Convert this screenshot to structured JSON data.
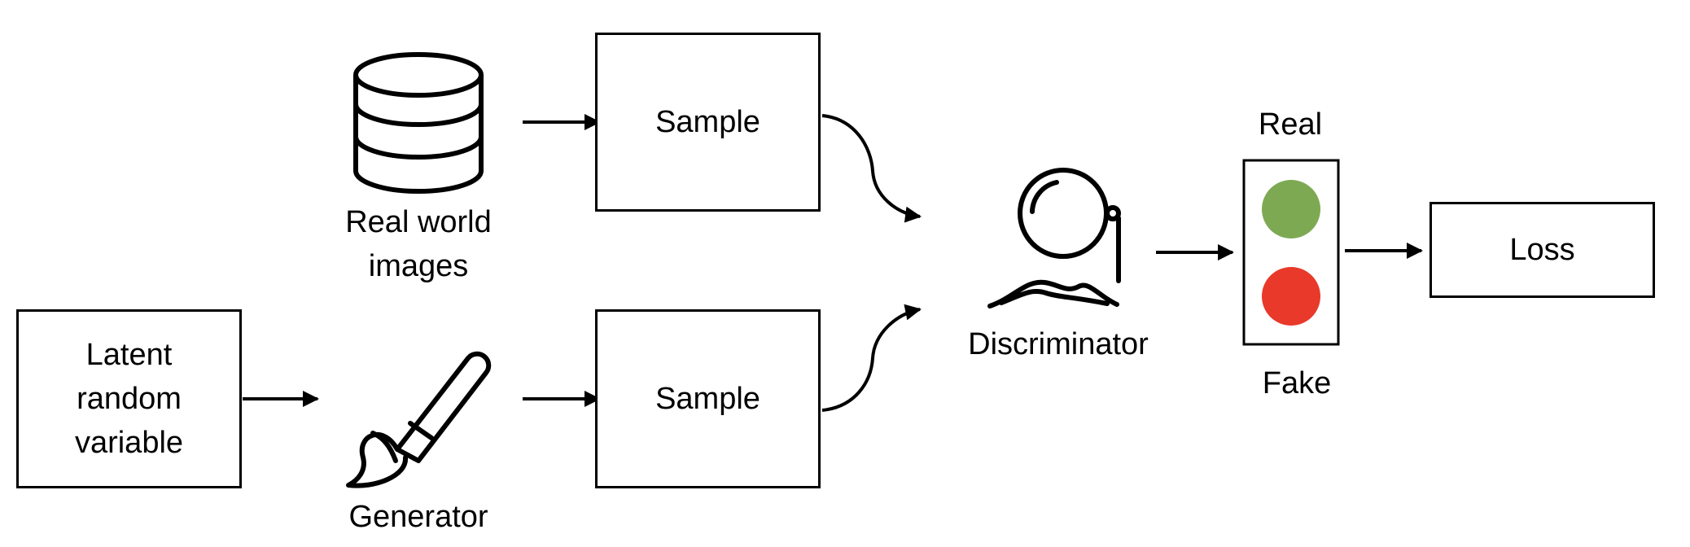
{
  "diagram": {
    "nodes": {
      "latent": {
        "lines": [
          "Latent",
          "random",
          "variable"
        ]
      },
      "generator": {
        "label": "Generator",
        "icon": "paintbrush-icon"
      },
      "real_images": {
        "lines": [
          "Real world",
          "images"
        ],
        "icon": "database-icon"
      },
      "sample_top": {
        "label": "Sample"
      },
      "sample_bottom": {
        "label": "Sample"
      },
      "discriminator": {
        "label": "Discriminator",
        "icon": "monocle-icon"
      },
      "real_label": {
        "label": "Real"
      },
      "fake_label": {
        "label": "Fake"
      },
      "loss": {
        "label": "Loss"
      }
    },
    "colors": {
      "real_light": "#7ea953",
      "fake_light": "#e8392a",
      "stroke": "#000000"
    }
  }
}
